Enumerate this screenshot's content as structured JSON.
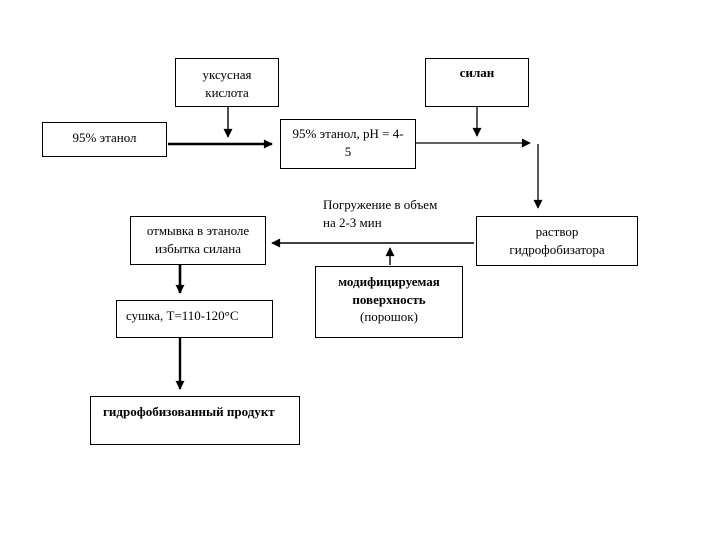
{
  "diagram": {
    "background": "#ffffff",
    "line_color": "#000000",
    "text_color": "#000000",
    "nodes": {
      "acetic_acid": {
        "label": "уксусная\nкислота"
      },
      "silane": {
        "label": "силан"
      },
      "ethanol_95": {
        "label": "95% этанол"
      },
      "ethanol_ph": {
        "label": "95% этанол, pH = 4-\n5"
      },
      "immersion_note": {
        "label": "Погружение в объем\nна 2-3 мин"
      },
      "washing": {
        "label": "отмывка в этаноле\nизбытка силана"
      },
      "hydrophobizer_solution": {
        "label": "раствор\nгидрофобизатора"
      },
      "modified_surface": {
        "label": "модифицируемая\nповерхность",
        "sublabel": "(порошок)"
      },
      "drying": {
        "label": "сушка, Т=110-120°С"
      },
      "product": {
        "label": "гидрофобизованный продукт"
      }
    },
    "edges": [
      {
        "from": "acetic_acid",
        "to": "ethanol_ph"
      },
      {
        "from": "ethanol_95",
        "to": "ethanol_ph"
      },
      {
        "from": "silane",
        "to": "hydrophobizer_solution"
      },
      {
        "from": "ethanol_ph",
        "to": "hydrophobizer_solution"
      },
      {
        "from": "hydrophobizer_solution",
        "to": "washing",
        "note": "immersion_note"
      },
      {
        "from": "modified_surface",
        "to": "washing"
      },
      {
        "from": "washing",
        "to": "drying"
      },
      {
        "from": "drying",
        "to": "product"
      }
    ]
  }
}
